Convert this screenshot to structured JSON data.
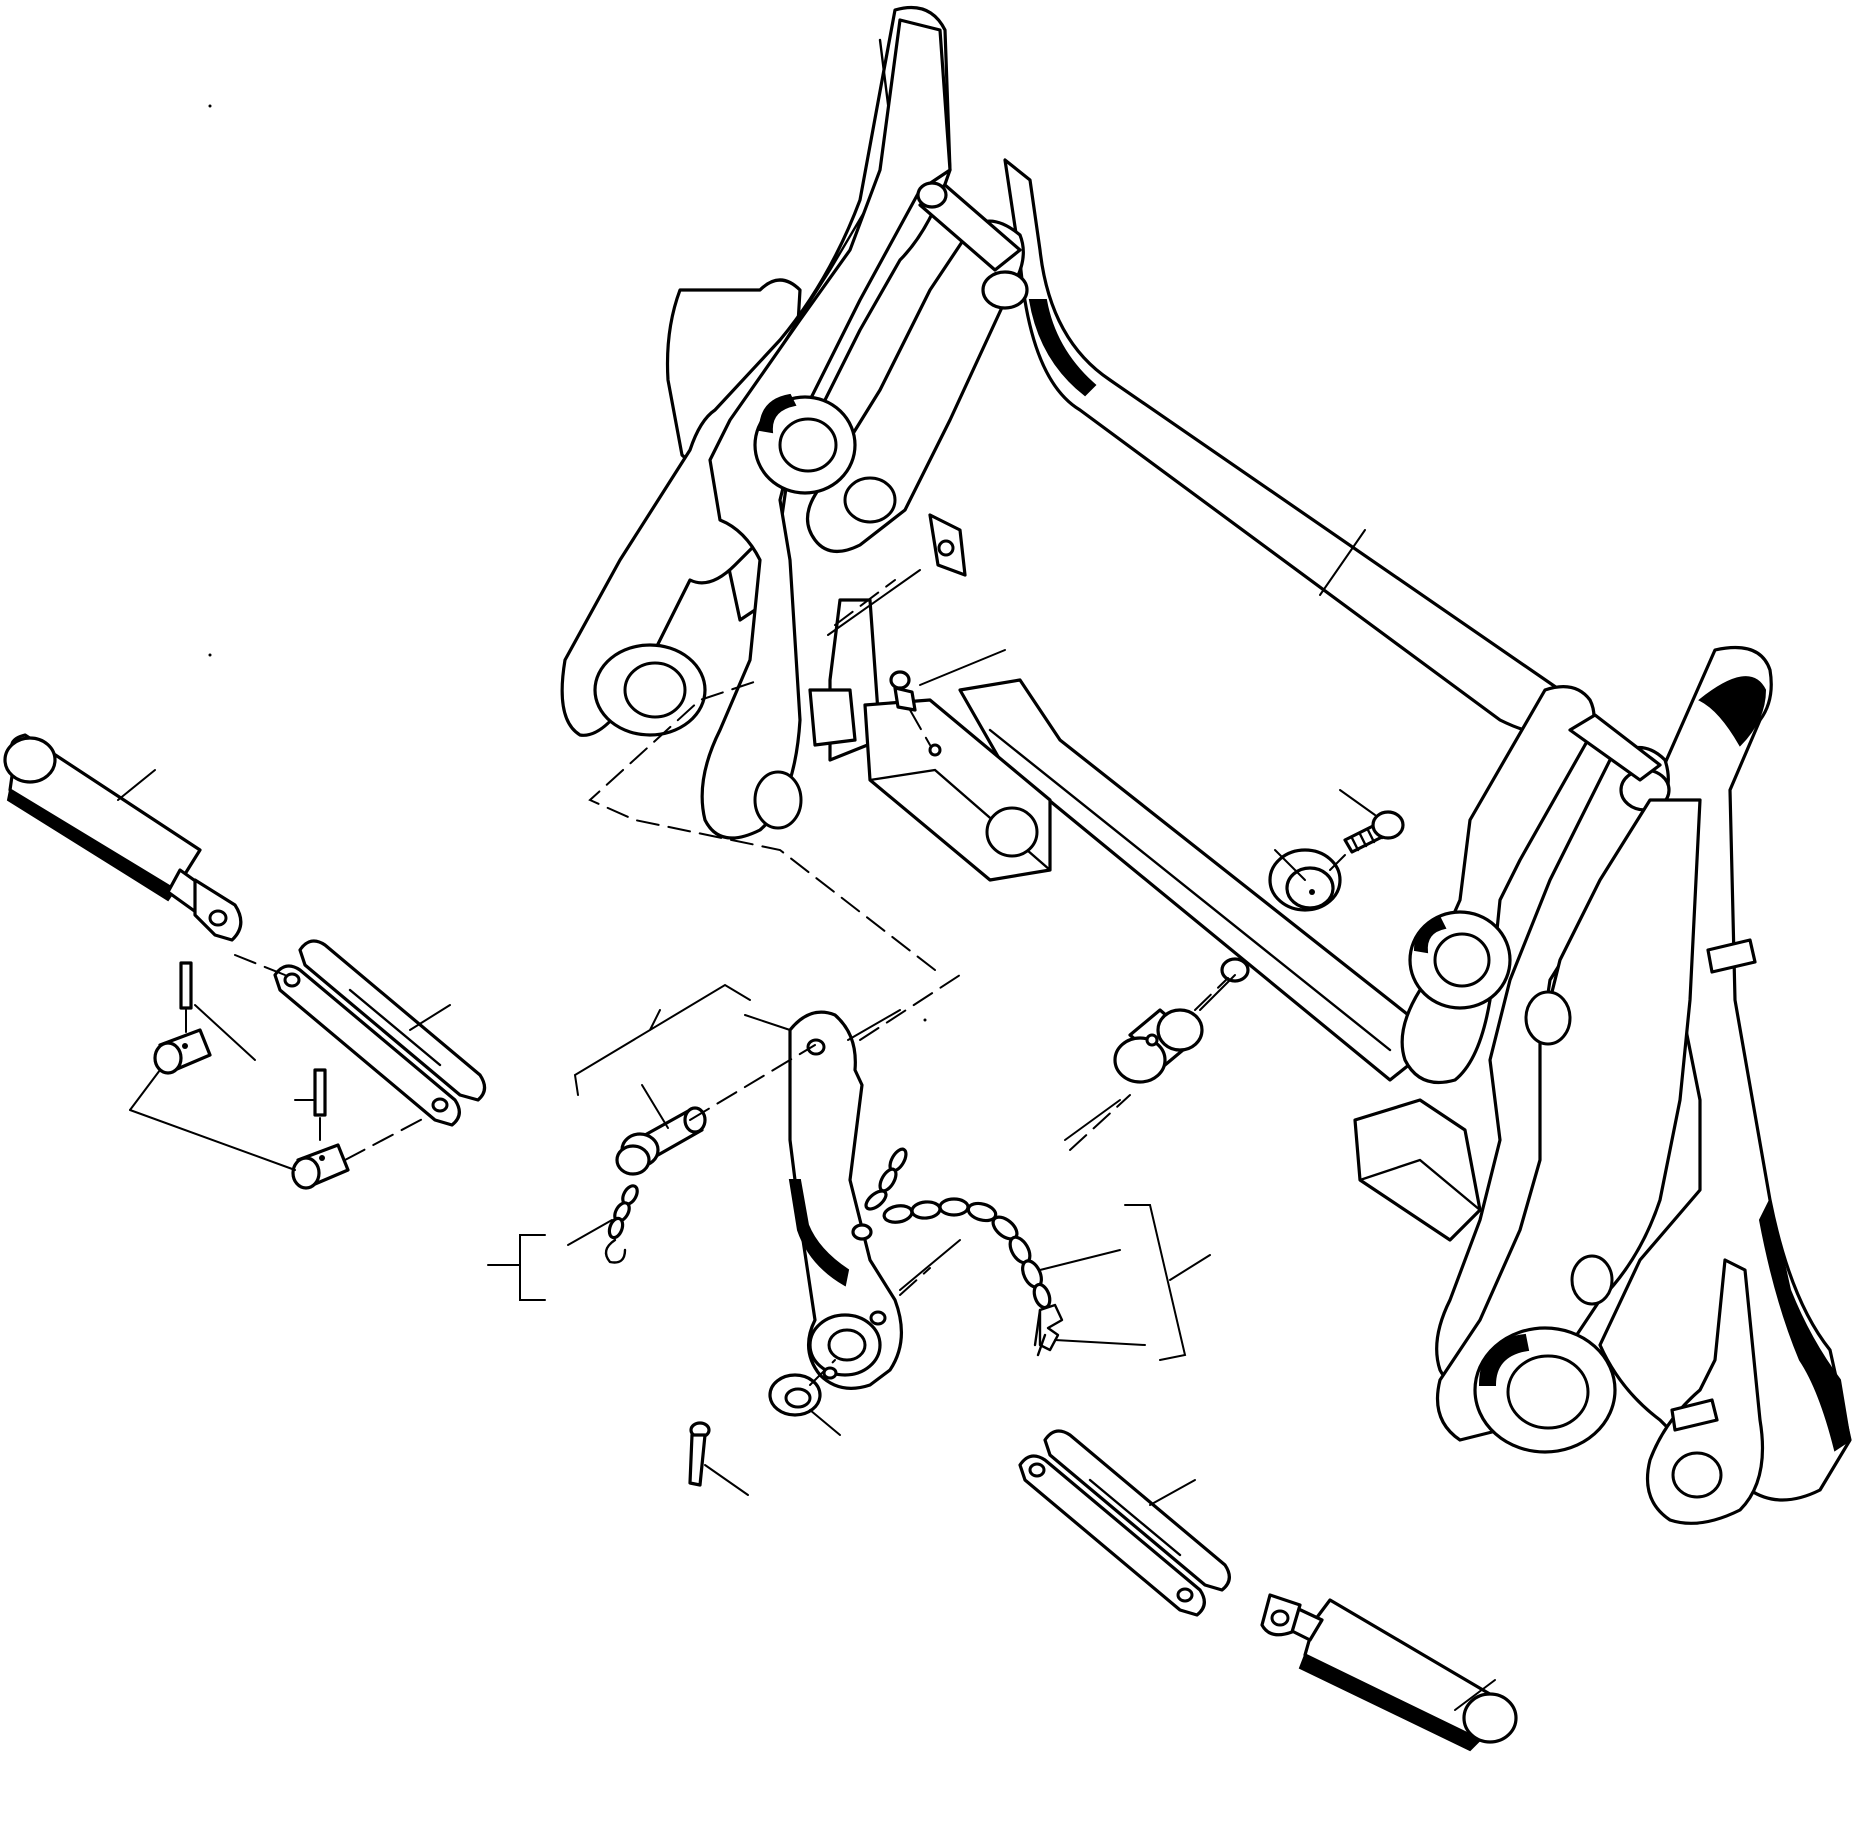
{
  "diagram": {
    "kind": "exploded-parts-view",
    "line_color": "#000000",
    "background_color": "#ffffff",
    "parts": [
      "quick-coupler-frame",
      "left-hydraulic-cylinder",
      "right-hydraulic-cylinder",
      "left-link-bar",
      "right-link-bar",
      "locking-lever",
      "retaining-chain",
      "lever-pin",
      "lock-pins",
      "roll-pins",
      "grease-fitting",
      "bushing",
      "bolt",
      "washer",
      "cotter-pin",
      "hair-pin-clip",
      "frame-pin"
    ]
  }
}
